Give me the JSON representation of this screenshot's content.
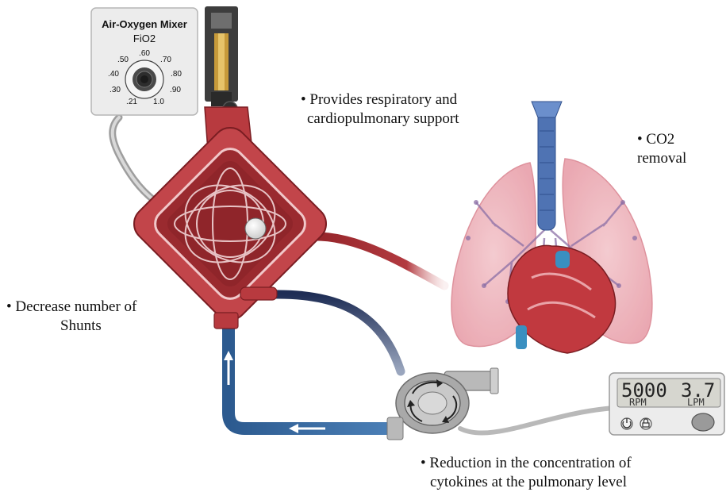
{
  "mixer": {
    "title": "Air-Oxygen Mixer",
    "subtitle": "FiO2",
    "dial_labels": [
      ".50",
      ".60",
      ".70",
      ".40",
      ".80",
      ".30",
      ".90",
      ".21",
      "1.0"
    ]
  },
  "monitor": {
    "rpm_value": "5000",
    "rpm_unit": "RPM",
    "flow_value": "3.7",
    "flow_unit": "LPM"
  },
  "captions": {
    "support": [
      "• Provides respiratory and",
      "cardiopulmonary support"
    ],
    "co2": "• CO2 removal",
    "shunts": [
      "• Decrease number of",
      "Shunts"
    ],
    "cytokines": [
      "• Reduction in the concentration of",
      "cytokines at the pulmonary level"
    ]
  }
}
